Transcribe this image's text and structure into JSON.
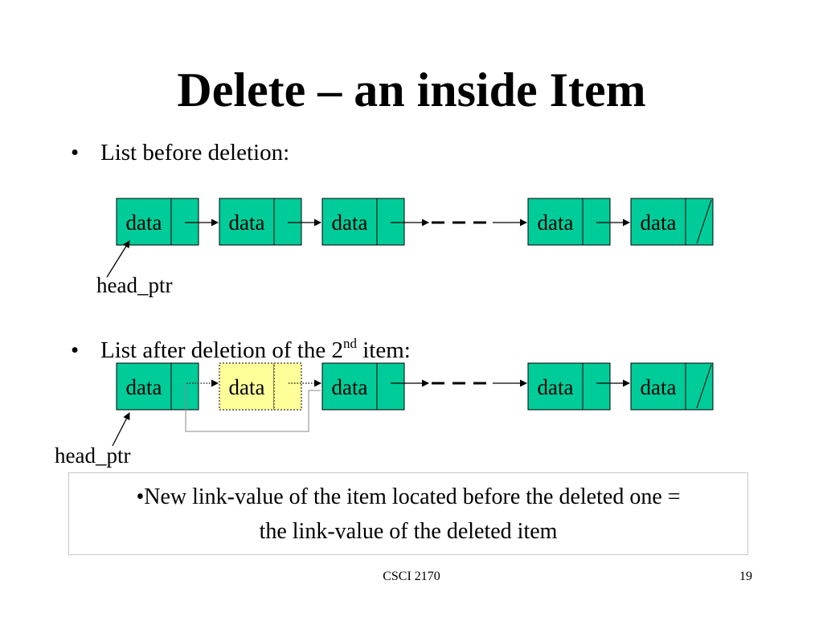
{
  "slide": {
    "title": "Delete – an inside Item",
    "bullet_before": "List before deletion:",
    "bullet_after_prefix": "List after deletion of the 2",
    "bullet_after_sup": "nd",
    "bullet_after_suffix": " item:",
    "bullet_symbol": "•",
    "node_label": "data",
    "head_ptr_label": "head_ptr",
    "note_line1": "•New link-value of the item located before the deleted one =",
    "note_line2": "the link-value of the deleted item",
    "footer_course": "CSCI 2170",
    "footer_page": "19"
  },
  "colors": {
    "node_fill": "#00cc99",
    "deleted_node_fill": "#ffff99",
    "stroke": "#000000"
  }
}
